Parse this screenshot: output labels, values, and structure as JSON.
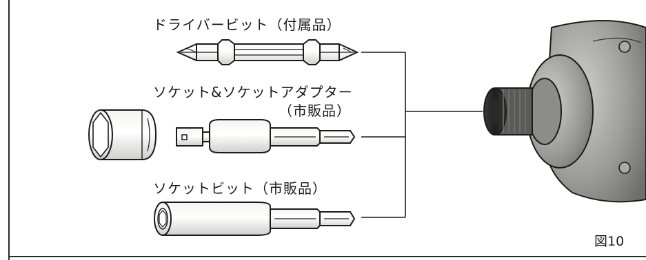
{
  "labels": {
    "driver_bit": "ドライバービット（付属品）",
    "socket_adapter_line1": "ソケット&ソケットアダプター",
    "socket_adapter_line2": "（市販品）",
    "socket_bit": "ソケットビット（市販品）"
  },
  "figure_number": "図10",
  "colors": {
    "ink": "#1a1a1a",
    "paper": "#ffffff",
    "metal_light": "#d9d9d6",
    "metal_mid": "#a8a8a4",
    "metal_dark": "#555553"
  }
}
